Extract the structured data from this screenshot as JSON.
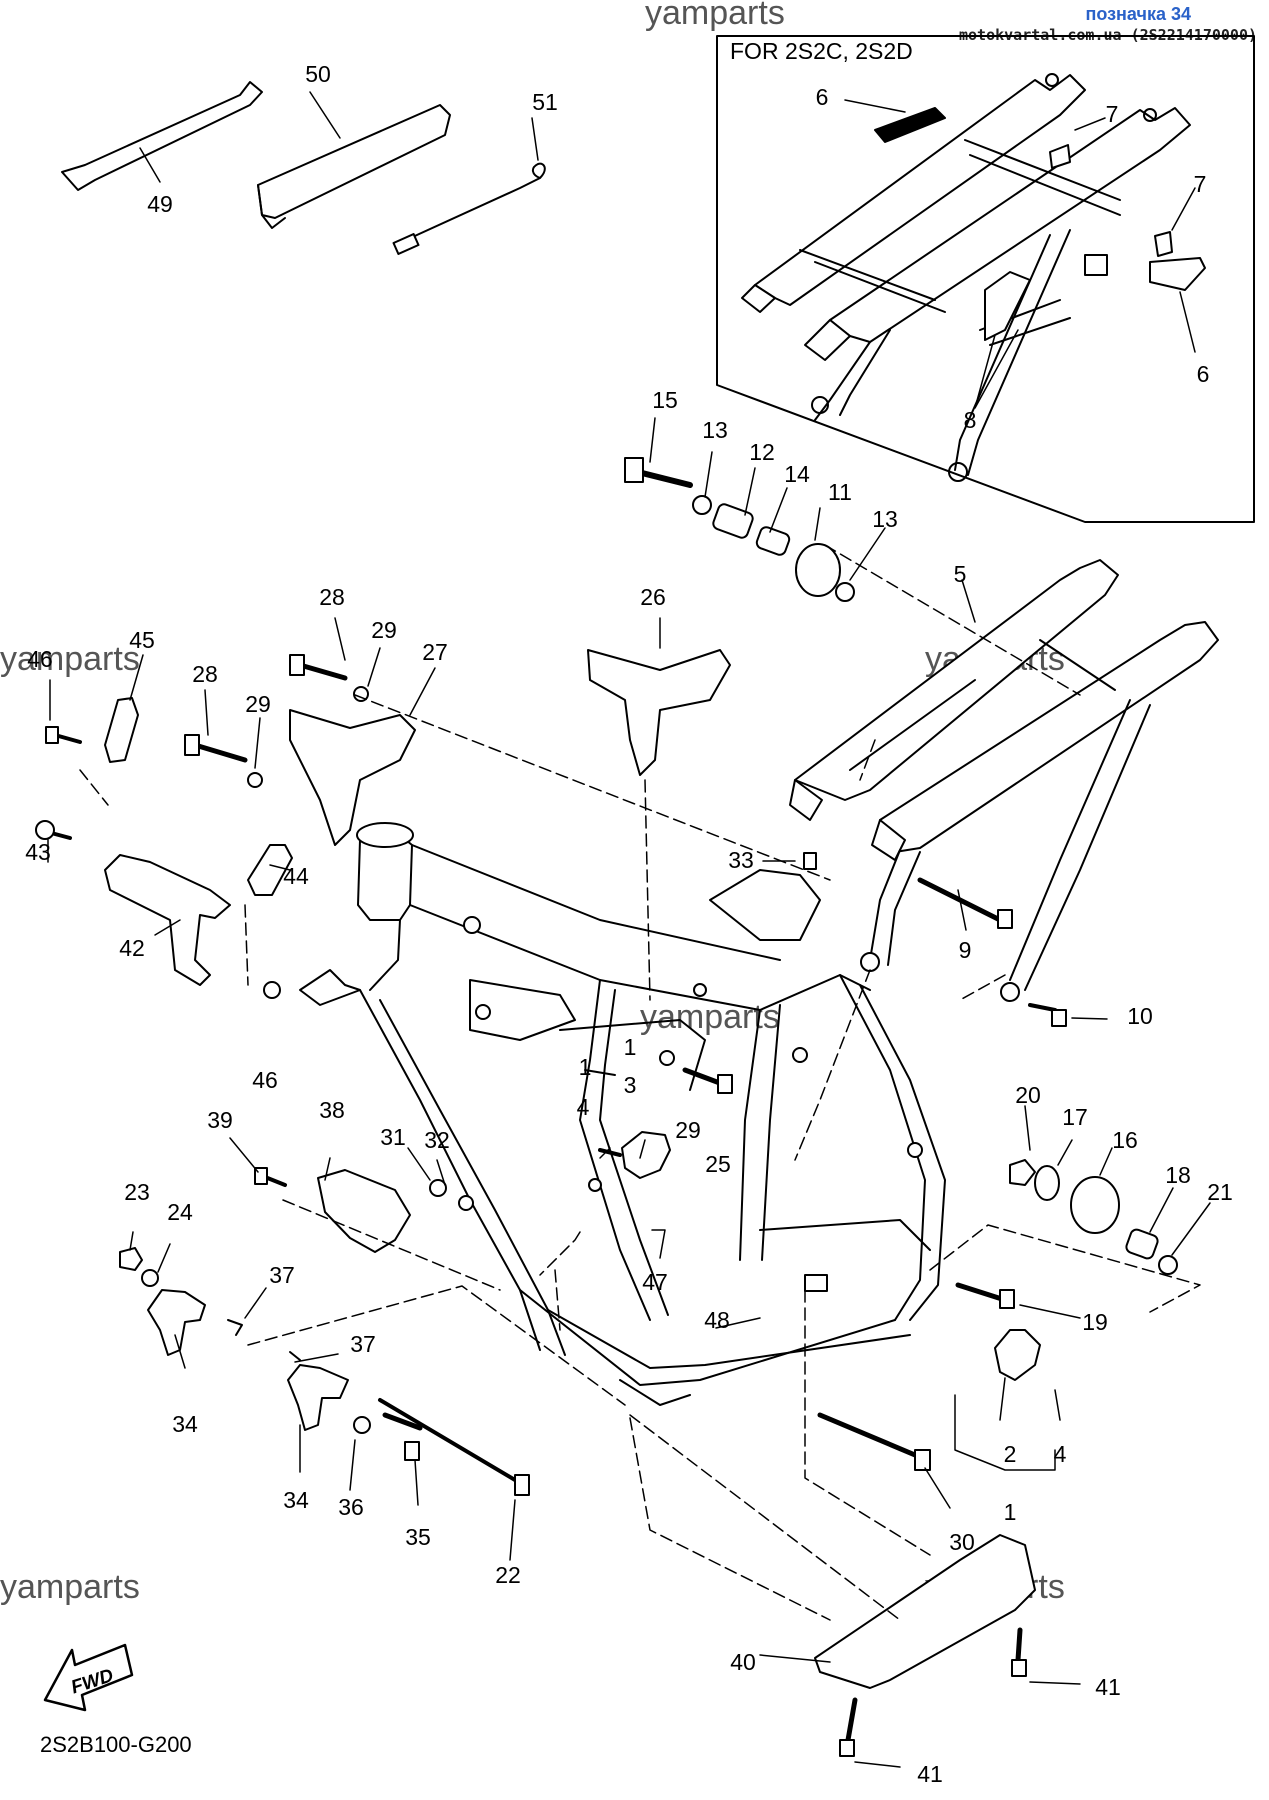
{
  "header": {
    "bookmark": "позначка 34",
    "site_ref": "motokvartal.com.ua (2S2214170000)"
  },
  "watermarks": [
    {
      "id": "wm-top",
      "text": "yamparts"
    },
    {
      "id": "wm-left",
      "text": "yamparts"
    },
    {
      "id": "wm-frame",
      "text": "yamparts"
    },
    {
      "id": "wm-center",
      "text": "yamparts"
    },
    {
      "id": "wm-bottom-left",
      "text": "yamparts"
    },
    {
      "id": "wm-bottom-right",
      "text": "yamparts"
    }
  ],
  "inset": {
    "title": "FOR 2S2C, 2S2D"
  },
  "fwd_label": "FWD",
  "diagram_code": "2S2B100-G200",
  "callouts": [
    {
      "id": "c49",
      "label": "49"
    },
    {
      "id": "c50",
      "label": "50"
    },
    {
      "id": "c51",
      "label": "51"
    },
    {
      "id": "c6a",
      "label": "6"
    },
    {
      "id": "c7a",
      "label": "7"
    },
    {
      "id": "c7b",
      "label": "7"
    },
    {
      "id": "c6b",
      "label": "6"
    },
    {
      "id": "c8",
      "label": "8"
    },
    {
      "id": "c15",
      "label": "15"
    },
    {
      "id": "c13a",
      "label": "13"
    },
    {
      "id": "c12",
      "label": "12"
    },
    {
      "id": "c14",
      "label": "14"
    },
    {
      "id": "c11",
      "label": "11"
    },
    {
      "id": "c13b",
      "label": "13"
    },
    {
      "id": "c5",
      "label": "5"
    },
    {
      "id": "c26",
      "label": "26"
    },
    {
      "id": "c28a",
      "label": "28"
    },
    {
      "id": "c29a",
      "label": "29"
    },
    {
      "id": "c27",
      "label": "27"
    },
    {
      "id": "c46a",
      "label": "46"
    },
    {
      "id": "c45",
      "label": "45"
    },
    {
      "id": "c28b",
      "label": "28"
    },
    {
      "id": "c29b",
      "label": "29"
    },
    {
      "id": "c43",
      "label": "43"
    },
    {
      "id": "c42",
      "label": "42"
    },
    {
      "id": "c44",
      "label": "44"
    },
    {
      "id": "c46b",
      "label": "46"
    },
    {
      "id": "c33",
      "label": "33"
    },
    {
      "id": "c9",
      "label": "9"
    },
    {
      "id": "c10",
      "label": "10"
    },
    {
      "id": "c1a",
      "label": "1"
    },
    {
      "id": "c4a",
      "label": "4"
    },
    {
      "id": "c1b",
      "label": "1"
    },
    {
      "id": "c3",
      "label": "3"
    },
    {
      "id": "c29c",
      "label": "29"
    },
    {
      "id": "c25",
      "label": "25"
    },
    {
      "id": "c20",
      "label": "20"
    },
    {
      "id": "c17",
      "label": "17"
    },
    {
      "id": "c16",
      "label": "16"
    },
    {
      "id": "c18",
      "label": "18"
    },
    {
      "id": "c21",
      "label": "21"
    },
    {
      "id": "c39",
      "label": "39"
    },
    {
      "id": "c38",
      "label": "38"
    },
    {
      "id": "c31",
      "label": "31"
    },
    {
      "id": "c32",
      "label": "32"
    },
    {
      "id": "c23",
      "label": "23"
    },
    {
      "id": "c24",
      "label": "24"
    },
    {
      "id": "c37a",
      "label": "37"
    },
    {
      "id": "c47",
      "label": "47"
    },
    {
      "id": "c48",
      "label": "48"
    },
    {
      "id": "c19",
      "label": "19"
    },
    {
      "id": "c34a",
      "label": "34"
    },
    {
      "id": "c37b",
      "label": "37"
    },
    {
      "id": "c2",
      "label": "2"
    },
    {
      "id": "c4b",
      "label": "4"
    },
    {
      "id": "c1c",
      "label": "1"
    },
    {
      "id": "c34b",
      "label": "34"
    },
    {
      "id": "c36",
      "label": "36"
    },
    {
      "id": "c35",
      "label": "35"
    },
    {
      "id": "c22",
      "label": "22"
    },
    {
      "id": "c30",
      "label": "30"
    },
    {
      "id": "c40",
      "label": "40"
    },
    {
      "id": "c41a",
      "label": "41"
    },
    {
      "id": "c41b",
      "label": "41"
    }
  ]
}
